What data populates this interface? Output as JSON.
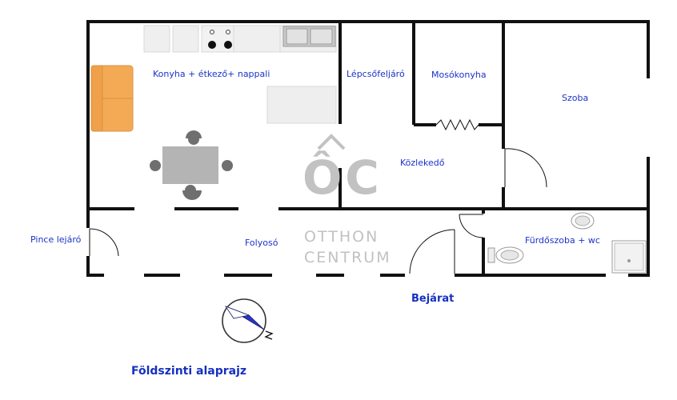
{
  "rooms": {
    "kitchen": "Konyha + étkező+ nappali",
    "stairs": "Lépcsőfeljáró",
    "laundry": "Mosókonyha",
    "room": "Szoba",
    "hallway": "Közlekedő",
    "cellar": "Pince lejáró",
    "corridor": "Folyosó",
    "bathroom": "Fürdőszoba + wc"
  },
  "entrance_label": "Bejárat",
  "plan_title": "Földszinti alaprajz",
  "watermark": {
    "monogram": "ÔC",
    "line1": "OTTHON",
    "line2": "CENTRUM"
  },
  "colors": {
    "wall": "#111111",
    "label": "#1a33c8",
    "heading": "#1530c0",
    "sofa": "#f4aa55",
    "table": "#b4b4b4",
    "chair": "#6f6f6f",
    "counter": "#eeeeee",
    "watermark": "#c2c2c2",
    "compass": "#2a35c8"
  },
  "icons": [
    "compass-icon",
    "sink-icon",
    "stove-icon",
    "toilet-icon",
    "washbasin-icon",
    "shower-icon",
    "door-icon"
  ]
}
